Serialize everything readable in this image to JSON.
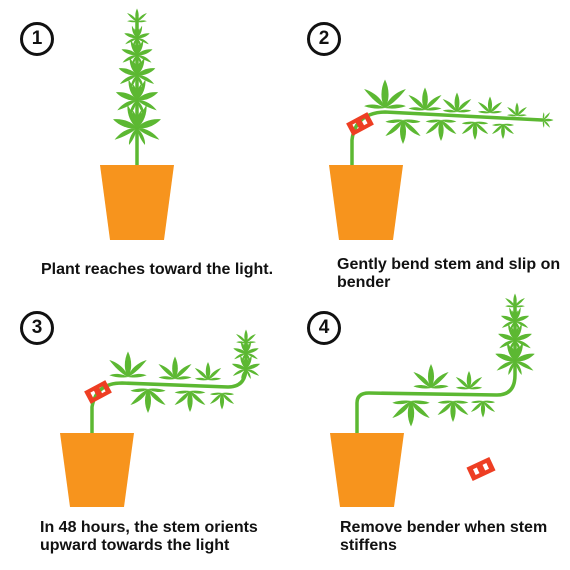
{
  "colors": {
    "leaf": "#5cb832",
    "pot": "#f7941d",
    "bender": "#ee3e23",
    "text": "#111111"
  },
  "panels": [
    {
      "number": "1",
      "caption": "Plant reaches toward the light."
    },
    {
      "number": "2",
      "caption": "Gently bend stem and slip on bender"
    },
    {
      "number": "3",
      "caption": "In 48 hours, the stem orients upward towards the light"
    },
    {
      "number": "4",
      "caption": "Remove bender when stem stiffens"
    }
  ]
}
